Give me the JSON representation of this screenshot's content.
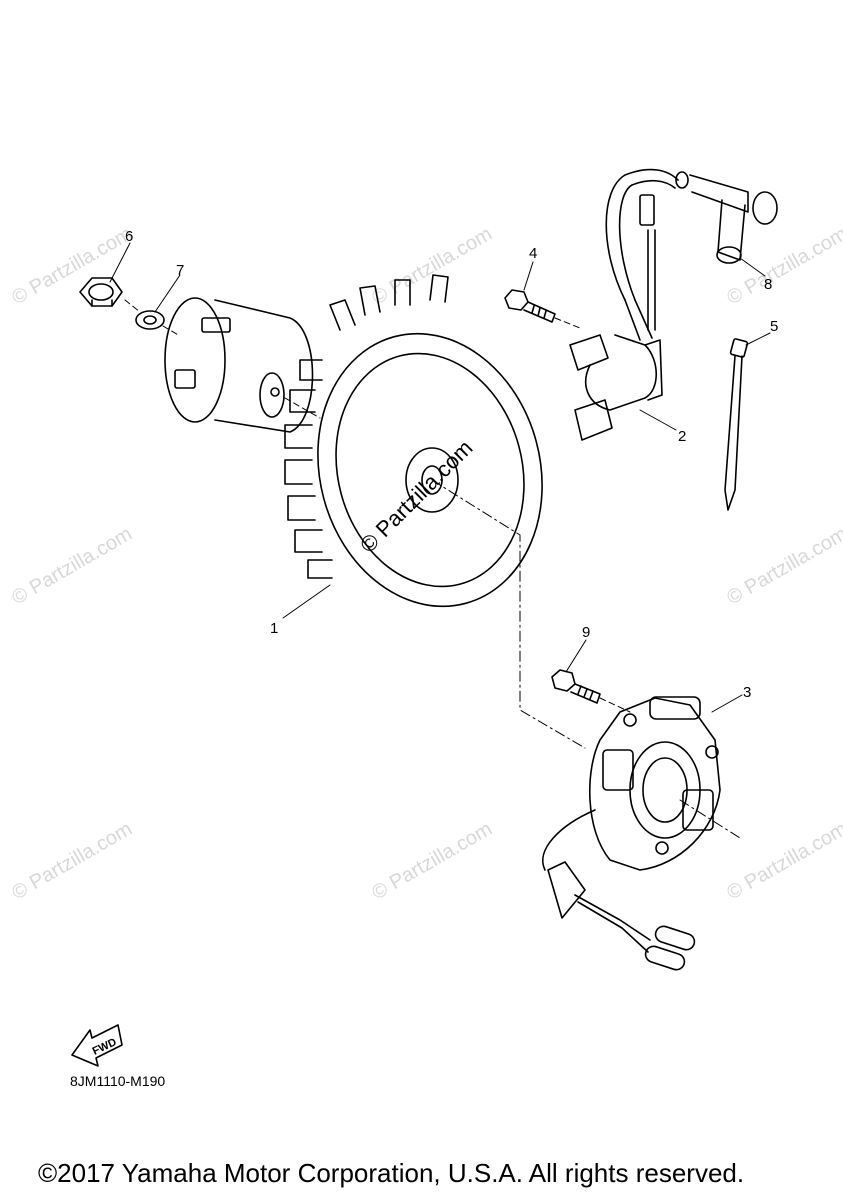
{
  "watermark": "© Partzilla.com",
  "callouts": {
    "c1": "1",
    "c2": "2",
    "c3": "3",
    "c4": "4",
    "c5": "5",
    "c6": "6",
    "c7": "7",
    "c8": "8",
    "c9": "9"
  },
  "fwd_label": "FWD",
  "diagram_code": "8JM1110-M190",
  "copyright": "©2017 Yamaha Motor Corporation, U.S.A. All rights reserved.",
  "colors": {
    "line": "#000000",
    "watermark": "#d8d8d8",
    "background": "#ffffff"
  }
}
